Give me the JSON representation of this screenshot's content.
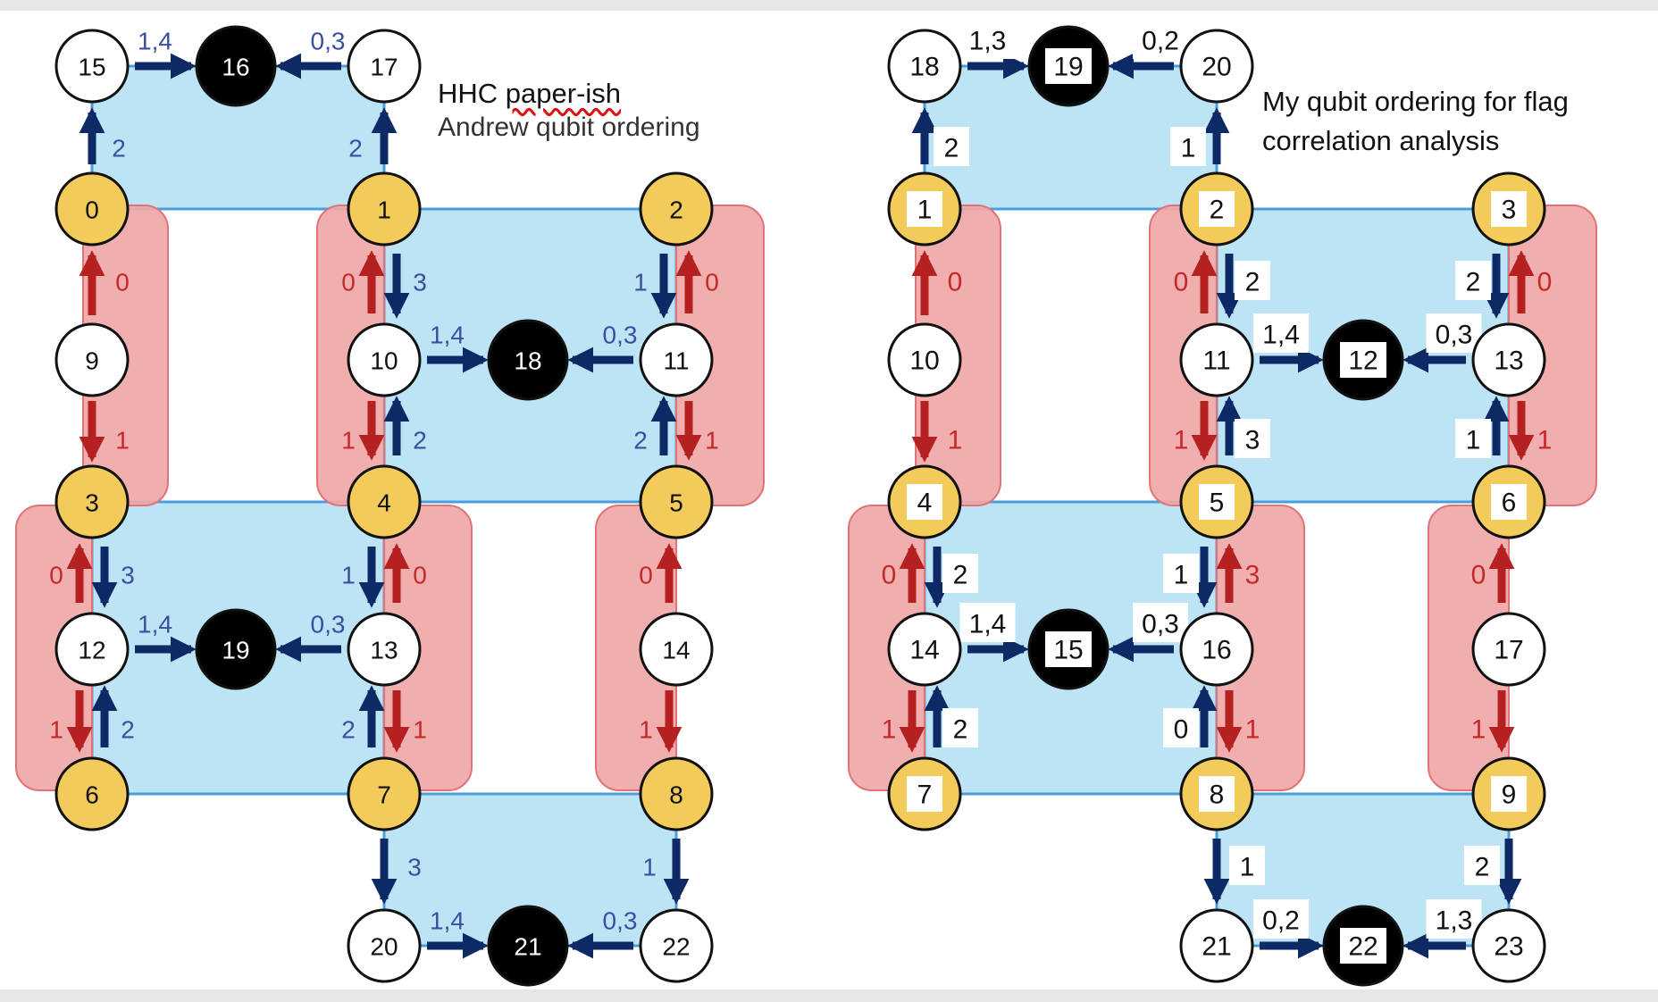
{
  "colors": {
    "blue_fill": "#bde4f4",
    "blue_edge": "#4a9edb",
    "red_fill": "#f0a7a8",
    "red_edge": "#e07377",
    "gold": "#f3cb5a",
    "node_edge": "#111111",
    "arrow_blue": "#0d2a66",
    "arrow_red": "#b52020",
    "label_blue": "#3b4fa0",
    "label_red": "#c62828"
  },
  "captions": {
    "left_line1_pre": "HHC ",
    "left_line1_wavy": "paper-ish",
    "left_line2": "Andrew qubit ordering",
    "right_line1": "My qubit ordering for flag",
    "right_line2": "correlation analysis"
  },
  "diagrams": [
    {
      "id": "left",
      "nodes": [
        {
          "id": "a15",
          "label": "15",
          "kind": "white"
        },
        {
          "id": "a16",
          "label": "16",
          "kind": "black"
        },
        {
          "id": "a17",
          "label": "17",
          "kind": "white"
        },
        {
          "id": "a0",
          "label": "0",
          "kind": "gold"
        },
        {
          "id": "a1",
          "label": "1",
          "kind": "gold"
        },
        {
          "id": "a2",
          "label": "2",
          "kind": "gold"
        },
        {
          "id": "a9",
          "label": "9",
          "kind": "white"
        },
        {
          "id": "a10",
          "label": "10",
          "kind": "white"
        },
        {
          "id": "a18",
          "label": "18",
          "kind": "black"
        },
        {
          "id": "a11",
          "label": "11",
          "kind": "white"
        },
        {
          "id": "a3",
          "label": "3",
          "kind": "gold"
        },
        {
          "id": "a4",
          "label": "4",
          "kind": "gold"
        },
        {
          "id": "a5",
          "label": "5",
          "kind": "gold"
        },
        {
          "id": "a12",
          "label": "12",
          "kind": "white"
        },
        {
          "id": "a19",
          "label": "19",
          "kind": "black"
        },
        {
          "id": "a13",
          "label": "13",
          "kind": "white"
        },
        {
          "id": "a14",
          "label": "14",
          "kind": "white"
        },
        {
          "id": "a6",
          "label": "6",
          "kind": "gold"
        },
        {
          "id": "a7",
          "label": "7",
          "kind": "gold"
        },
        {
          "id": "a8",
          "label": "8",
          "kind": "gold"
        },
        {
          "id": "a20",
          "label": "20",
          "kind": "white"
        },
        {
          "id": "a21",
          "label": "21",
          "kind": "black"
        },
        {
          "id": "a22",
          "label": "22",
          "kind": "white"
        }
      ],
      "arrow_labels": [
        "1,4",
        "0,3",
        "2",
        "2",
        "0",
        "1",
        "0",
        "3",
        "1",
        "2",
        "1,4",
        "0,3",
        "1",
        "0",
        "2",
        "1",
        "0",
        "3",
        "1",
        "0",
        "1,4",
        "0,3",
        "1",
        "2",
        "2",
        "1",
        "0",
        "1",
        "3",
        "1",
        "1,4",
        "0,3"
      ]
    },
    {
      "id": "right",
      "nodes": [
        {
          "id": "b18",
          "label": "18",
          "kind": "white"
        },
        {
          "id": "b19",
          "label": "19",
          "kind": "black"
        },
        {
          "id": "b20",
          "label": "20",
          "kind": "white"
        },
        {
          "id": "b1",
          "label": "1",
          "kind": "gold"
        },
        {
          "id": "b2",
          "label": "2",
          "kind": "gold"
        },
        {
          "id": "b3",
          "label": "3",
          "kind": "gold"
        },
        {
          "id": "b10",
          "label": "10",
          "kind": "white"
        },
        {
          "id": "b11",
          "label": "11",
          "kind": "white"
        },
        {
          "id": "b12",
          "label": "12",
          "kind": "black"
        },
        {
          "id": "b13",
          "label": "13",
          "kind": "white"
        },
        {
          "id": "b4",
          "label": "4",
          "kind": "gold"
        },
        {
          "id": "b5",
          "label": "5",
          "kind": "gold"
        },
        {
          "id": "b6",
          "label": "6",
          "kind": "gold"
        },
        {
          "id": "b14",
          "label": "14",
          "kind": "white"
        },
        {
          "id": "b15",
          "label": "15",
          "kind": "black"
        },
        {
          "id": "b16",
          "label": "16",
          "kind": "white"
        },
        {
          "id": "b17",
          "label": "17",
          "kind": "white"
        },
        {
          "id": "b7",
          "label": "7",
          "kind": "gold"
        },
        {
          "id": "b8",
          "label": "8",
          "kind": "gold"
        },
        {
          "id": "b9",
          "label": "9",
          "kind": "gold"
        },
        {
          "id": "b21",
          "label": "21",
          "kind": "white"
        },
        {
          "id": "b22",
          "label": "22",
          "kind": "black"
        },
        {
          "id": "b23",
          "label": "23",
          "kind": "white"
        }
      ],
      "arrow_labels": [
        "1,3",
        "0,2",
        "2",
        "1",
        "0",
        "1",
        "0",
        "2",
        "1",
        "3",
        "1,4",
        "0,3",
        "2",
        "0",
        "1",
        "1",
        "0",
        "2",
        "1",
        "3",
        "1,4",
        "0,3",
        "1",
        "2",
        "0",
        "1",
        "0",
        "1",
        "1",
        "2",
        "0,2",
        "1,3"
      ]
    }
  ]
}
